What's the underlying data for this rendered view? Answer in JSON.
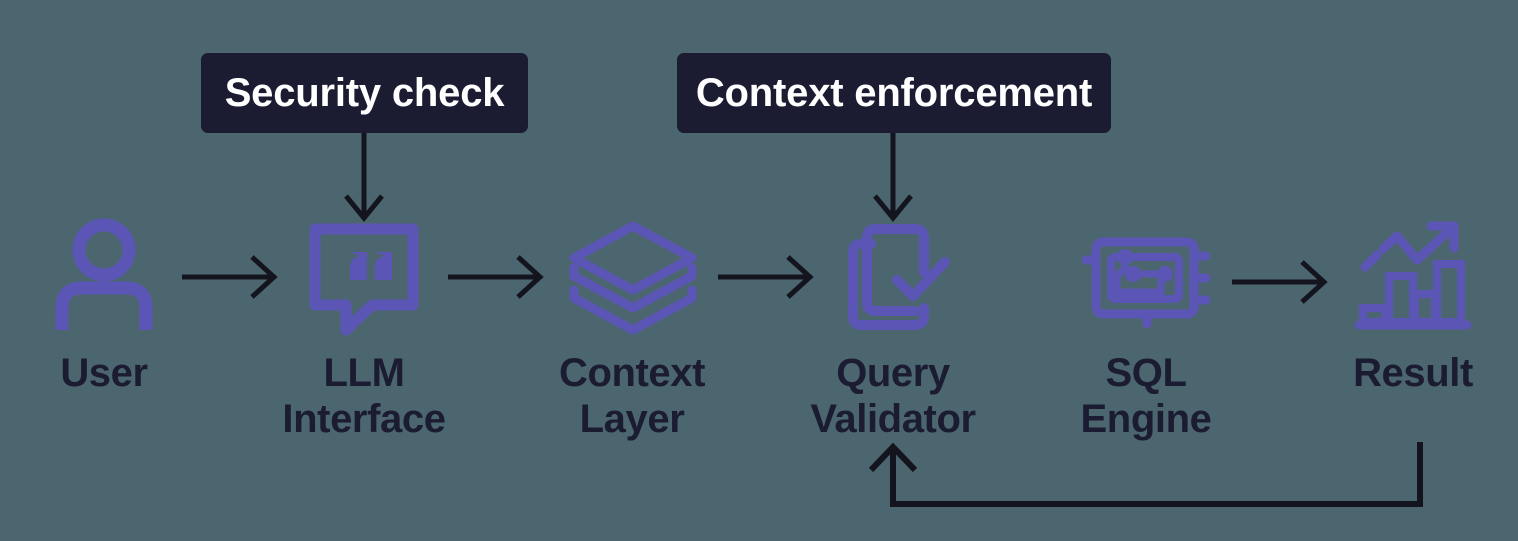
{
  "diagram": {
    "title": "LLM to SQL query pipeline with security and context enforcement",
    "background_color": "#4C6670",
    "icon_color": "#5B56B5",
    "text_color": "#1B1B32",
    "annotation_bg_color": "#1B1B32",
    "annotation_text_color": "#FFFFFF",
    "arrow_color": "#14141E"
  },
  "annotations": [
    {
      "id": "security-check",
      "label": "Security check",
      "points_to": "LLM Interface"
    },
    {
      "id": "context-enforcement",
      "label": "Context enforcement",
      "points_to": "Query Validator"
    }
  ],
  "nodes": [
    {
      "id": "user",
      "label": "User",
      "icon": "user-icon"
    },
    {
      "id": "llm-interface",
      "label": "LLM\nInterface",
      "icon": "speech-bubble-quote-icon"
    },
    {
      "id": "context-layer",
      "label": "Context\nLayer",
      "icon": "stacked-layers-icon"
    },
    {
      "id": "query-validator",
      "label": "Query\nValidator",
      "icon": "document-check-icon"
    },
    {
      "id": "sql-engine",
      "label": "SQL\nEngine",
      "icon": "circuit-chip-icon"
    },
    {
      "id": "result",
      "label": "Result",
      "icon": "bar-chart-trend-icon"
    }
  ],
  "connections": [
    {
      "from": "user",
      "to": "llm-interface",
      "style": "arrow-right"
    },
    {
      "from": "llm-interface",
      "to": "context-layer",
      "style": "arrow-right"
    },
    {
      "from": "context-layer",
      "to": "query-validator",
      "style": "arrow-right"
    },
    {
      "from": "sql-engine",
      "to": "result",
      "style": "arrow-right"
    },
    {
      "from": "result",
      "to": "query-validator",
      "style": "feedback-loop"
    }
  ]
}
